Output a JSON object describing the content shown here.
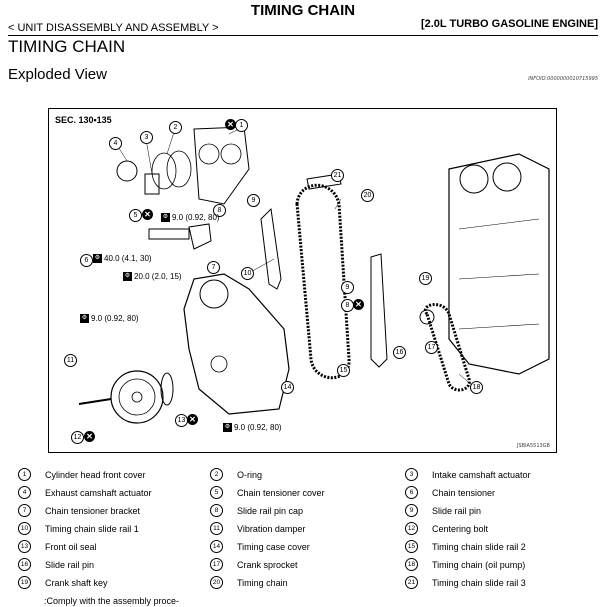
{
  "header": {
    "title": "TIMING CHAIN",
    "breadcrumb": "< UNIT DISASSEMBLY AND ASSEMBLY >",
    "engine": "[2.0L TURBO GASOLINE ENGINE]"
  },
  "page": {
    "heading": "TIMING CHAIN",
    "subheading": "Exploded View",
    "info_id": "INFOID:0000000010715995"
  },
  "figure": {
    "section": "SEC. 130•135",
    "figure_id": "JSBIA5513GB",
    "torque_labels": [
      "9.0 (0.92, 80)",
      "40.0 (4.1, 30)",
      "20.0 (2.0, 15)",
      "9.0 (0.92, 80)",
      "9.0 (0.92, 80)"
    ],
    "callouts": [
      "1",
      "2",
      "3",
      "4",
      "5",
      "6",
      "7",
      "8",
      "9",
      "10",
      "11",
      "12",
      "13",
      "14",
      "15",
      "16",
      "17",
      "18",
      "19",
      "20",
      "21",
      "8",
      "9"
    ],
    "torque_icon": "torque-wrench-icon",
    "seal_icon": "liquid-gasket-icon"
  },
  "legend": [
    {
      "num": "1",
      "name": "Cylinder head front cover"
    },
    {
      "num": "2",
      "name": "O-ring"
    },
    {
      "num": "3",
      "name": "Intake camshaft actuator"
    },
    {
      "num": "4",
      "name": "Exhaust camshaft actuator"
    },
    {
      "num": "5",
      "name": "Chain tensioner cover"
    },
    {
      "num": "6",
      "name": "Chain tensioner"
    },
    {
      "num": "7",
      "name": "Chain tensioner bracket"
    },
    {
      "num": "8",
      "name": "Slide rail pin cap"
    },
    {
      "num": "9",
      "name": "Slide rail pin"
    },
    {
      "num": "10",
      "name": "Timing chain slide rail 1"
    },
    {
      "num": "11",
      "name": "Vibration damper"
    },
    {
      "num": "12",
      "name": "Centering bolt"
    },
    {
      "num": "13",
      "name": "Front oil seal"
    },
    {
      "num": "14",
      "name": "Timing case cover"
    },
    {
      "num": "15",
      "name": "Timing chain slide rail 2"
    },
    {
      "num": "16",
      "name": "Slide rail pin"
    },
    {
      "num": "17",
      "name": "Crank sprocket"
    },
    {
      "num": "18",
      "name": "Timing chain (oil pump)"
    },
    {
      "num": "19",
      "name": "Crank shaft key"
    },
    {
      "num": "20",
      "name": "Timing chain"
    },
    {
      "num": "21",
      "name": "Timing chain slide rail 3"
    }
  ],
  "note": ":Comply with the assembly proce-"
}
